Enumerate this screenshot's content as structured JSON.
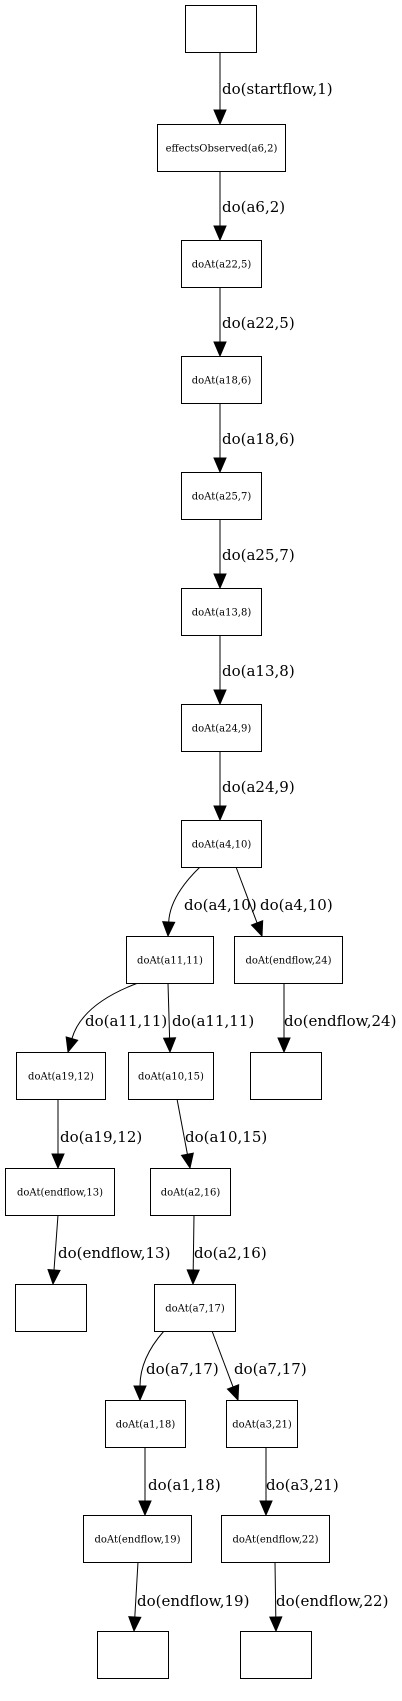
{
  "nodes": [
    {
      "id": "n0",
      "label": ""
    },
    {
      "id": "n1",
      "label": "effectsObserved(a6,2)"
    },
    {
      "id": "n2",
      "label": "doAt(a22,5)"
    },
    {
      "id": "n3",
      "label": "doAt(a18,6)"
    },
    {
      "id": "n4",
      "label": "doAt(a25,7)"
    },
    {
      "id": "n5",
      "label": "doAt(a13,8)"
    },
    {
      "id": "n6",
      "label": "doAt(a24,9)"
    },
    {
      "id": "n7",
      "label": "doAt(a4,10)"
    },
    {
      "id": "n8",
      "label": "doAt(a11,11)"
    },
    {
      "id": "n9",
      "label": "doAt(endflow,24)"
    },
    {
      "id": "n10",
      "label": "doAt(a19,12)"
    },
    {
      "id": "n11",
      "label": "doAt(a10,15)"
    },
    {
      "id": "n12",
      "label": ""
    },
    {
      "id": "n13",
      "label": "doAt(endflow,13)"
    },
    {
      "id": "n14",
      "label": "doAt(a2,16)"
    },
    {
      "id": "n15",
      "label": ""
    },
    {
      "id": "n16",
      "label": "doAt(a7,17)"
    },
    {
      "id": "n17",
      "label": "doAt(a1,18)"
    },
    {
      "id": "n18",
      "label": "doAt(a3,21)"
    },
    {
      "id": "n19",
      "label": "doAt(endflow,19)"
    },
    {
      "id": "n20",
      "label": "doAt(endflow,22)"
    },
    {
      "id": "n21",
      "label": ""
    },
    {
      "id": "n22",
      "label": ""
    }
  ],
  "edges": [
    {
      "id": "e0",
      "from": "n0",
      "to": "n1",
      "label": "do(startflow,1)"
    },
    {
      "id": "e1",
      "from": "n1",
      "to": "n2",
      "label": "do(a6,2)"
    },
    {
      "id": "e2",
      "from": "n2",
      "to": "n3",
      "label": "do(a22,5)"
    },
    {
      "id": "e3",
      "from": "n3",
      "to": "n4",
      "label": "do(a18,6)"
    },
    {
      "id": "e4",
      "from": "n4",
      "to": "n5",
      "label": "do(a25,7)"
    },
    {
      "id": "e5",
      "from": "n5",
      "to": "n6",
      "label": "do(a13,8)"
    },
    {
      "id": "e6",
      "from": "n6",
      "to": "n7",
      "label": "do(a24,9)"
    },
    {
      "id": "e7",
      "from": "n7",
      "to": "n8",
      "label": "do(a4,10)"
    },
    {
      "id": "e8",
      "from": "n7",
      "to": "n9",
      "label": "do(a4,10)"
    },
    {
      "id": "e9",
      "from": "n8",
      "to": "n10",
      "label": "do(a11,11)"
    },
    {
      "id": "e10",
      "from": "n8",
      "to": "n11",
      "label": "do(a11,11)"
    },
    {
      "id": "e11",
      "from": "n9",
      "to": "n12",
      "label": "do(endflow,24)"
    },
    {
      "id": "e12",
      "from": "n10",
      "to": "n13",
      "label": "do(a19,12)"
    },
    {
      "id": "e13",
      "from": "n11",
      "to": "n14",
      "label": "do(a10,15)"
    },
    {
      "id": "e14",
      "from": "n13",
      "to": "n15",
      "label": "do(endflow,13)"
    },
    {
      "id": "e15",
      "from": "n14",
      "to": "n16",
      "label": "do(a2,16)"
    },
    {
      "id": "e16",
      "from": "n16",
      "to": "n17",
      "label": "do(a7,17)"
    },
    {
      "id": "e17",
      "from": "n16",
      "to": "n18",
      "label": "do(a7,17)"
    },
    {
      "id": "e18",
      "from": "n17",
      "to": "n19",
      "label": "do(a1,18)"
    },
    {
      "id": "e19",
      "from": "n18",
      "to": "n20",
      "label": "do(a3,21)"
    },
    {
      "id": "e20",
      "from": "n19",
      "to": "n21",
      "label": "do(endflow,19)"
    },
    {
      "id": "e21",
      "from": "n20",
      "to": "n22",
      "label": "do(endflow,22)"
    }
  ]
}
